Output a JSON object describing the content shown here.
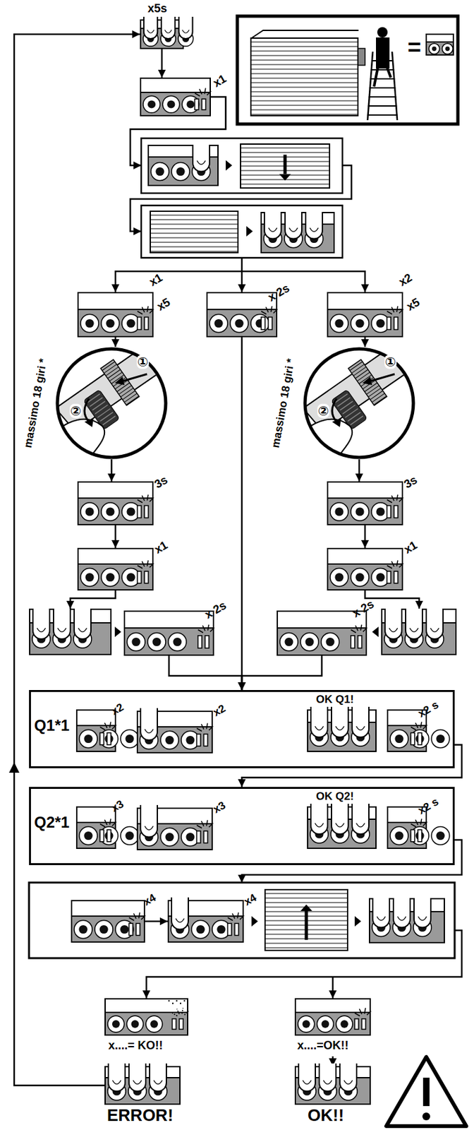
{
  "diagram": {
    "nodes": [
      {
        "text": [
          "x5s"
        ]
      },
      {
        "text": [
          "x1"
        ]
      },
      {
        "text": [
          "x1",
          "x5"
        ]
      },
      {
        "text": [
          "x 2s"
        ]
      },
      {
        "text": [
          "x2",
          "x5"
        ]
      },
      {
        "text": [
          "massimo 18 giri *",
          "①",
          "②"
        ]
      },
      {
        "text": [
          "massimo 18 giri *",
          "①",
          "②"
        ]
      },
      {
        "text": [
          "3s"
        ]
      },
      {
        "text": [
          "3s"
        ]
      },
      {
        "text": [
          "x1"
        ]
      },
      {
        "text": [
          "x1"
        ]
      },
      {
        "text": [
          "x 2s"
        ]
      },
      {
        "text": [
          "x 2s"
        ]
      },
      {
        "text": [
          "Q1*1"
        ]
      },
      {
        "text": [
          "x2"
        ],
        "in": 13
      },
      {
        "text": [
          "x2"
        ],
        "in": 13
      },
      {
        "text": [
          "OK Q1!"
        ],
        "in": 13
      },
      {
        "text": [
          "x2 s"
        ],
        "in": 13
      },
      {
        "text": [
          "Q2*1"
        ]
      },
      {
        "text": [
          "x3"
        ],
        "in": 18
      },
      {
        "text": [
          "x3"
        ],
        "in": 18
      },
      {
        "text": [
          "OK Q2!"
        ],
        "in": 18
      },
      {
        "text": [
          "x2 s"
        ],
        "in": 18
      },
      {
        "text": [
          "x4"
        ]
      },
      {
        "text": [
          "x4"
        ]
      },
      {
        "text": [
          "x....= KO!!"
        ]
      },
      {
        "text": [
          "x....=OK!!"
        ]
      },
      {
        "text": [
          "ERROR!"
        ]
      },
      {
        "text": [
          "OK!!"
        ]
      }
    ],
    "edges": [
      {
        "from": 0,
        "to": 1,
        "arrow": "to"
      },
      {
        "from": 2,
        "to": 5,
        "arrow": "to"
      },
      {
        "from": 5,
        "to": 7,
        "arrow": "to"
      },
      {
        "from": 7,
        "to": 9,
        "arrow": "to"
      },
      {
        "from": 4,
        "to": 6,
        "arrow": "to"
      },
      {
        "from": 6,
        "to": 8,
        "arrow": "to"
      },
      {
        "from": 8,
        "to": 10,
        "arrow": "to"
      },
      {
        "from": 3,
        "to": 13,
        "arrow": "to"
      },
      {
        "from": 11,
        "to": 13,
        "arrow": "to"
      },
      {
        "from": 12,
        "to": 13,
        "arrow": "to"
      },
      {
        "from": 13,
        "to": 18,
        "arrow": "to"
      },
      {
        "from": 14,
        "to": 15,
        "arrow": "to"
      },
      {
        "from": 16,
        "to": 17,
        "arrow": "to"
      },
      {
        "from": 19,
        "to": 20,
        "arrow": "to"
      },
      {
        "from": 21,
        "to": 22,
        "arrow": "to"
      },
      {
        "from": 23,
        "to": 24,
        "arrow": "to"
      },
      {
        "from": 26,
        "to": 28,
        "arrow": "to"
      },
      {
        "from": 27,
        "to": 0,
        "arrow": "to"
      }
    ],
    "labels": [
      "="
    ]
  }
}
